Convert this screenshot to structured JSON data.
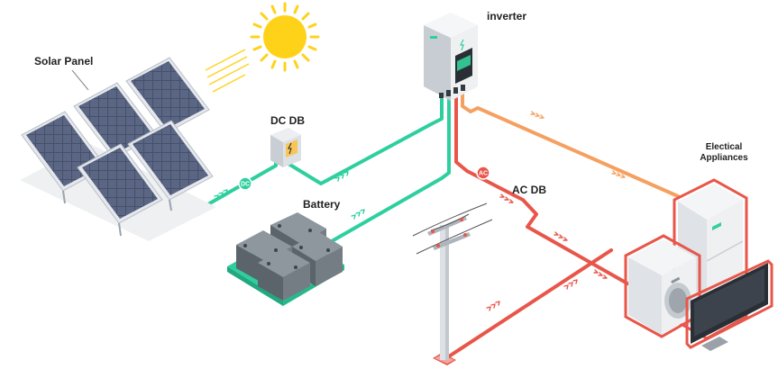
{
  "labels": {
    "solar_panel": "Solar Panel",
    "inverter": "inverter",
    "dc_db": "DC DB",
    "battery": "Battery",
    "ac_db": "AC DB",
    "appliances_line1": "Electical",
    "appliances_line2": "Appliances"
  },
  "badges": {
    "dc": "DC",
    "ac": "AC"
  },
  "colors": {
    "dc_line": "#2ecf9e",
    "ac_line": "#e8564a",
    "ac_load_line": "#f5a060",
    "sun": "#ffd21a",
    "panel_cell": "#4a5570",
    "battery_body": "#6b747d",
    "battery_base": "#2ecf9e"
  },
  "icons": [
    "sun-icon",
    "solar-panel-icon",
    "inverter-icon",
    "dc-db-box-icon",
    "battery-icon",
    "utility-pole-icon",
    "refrigerator-icon",
    "washing-machine-icon",
    "television-icon"
  ]
}
